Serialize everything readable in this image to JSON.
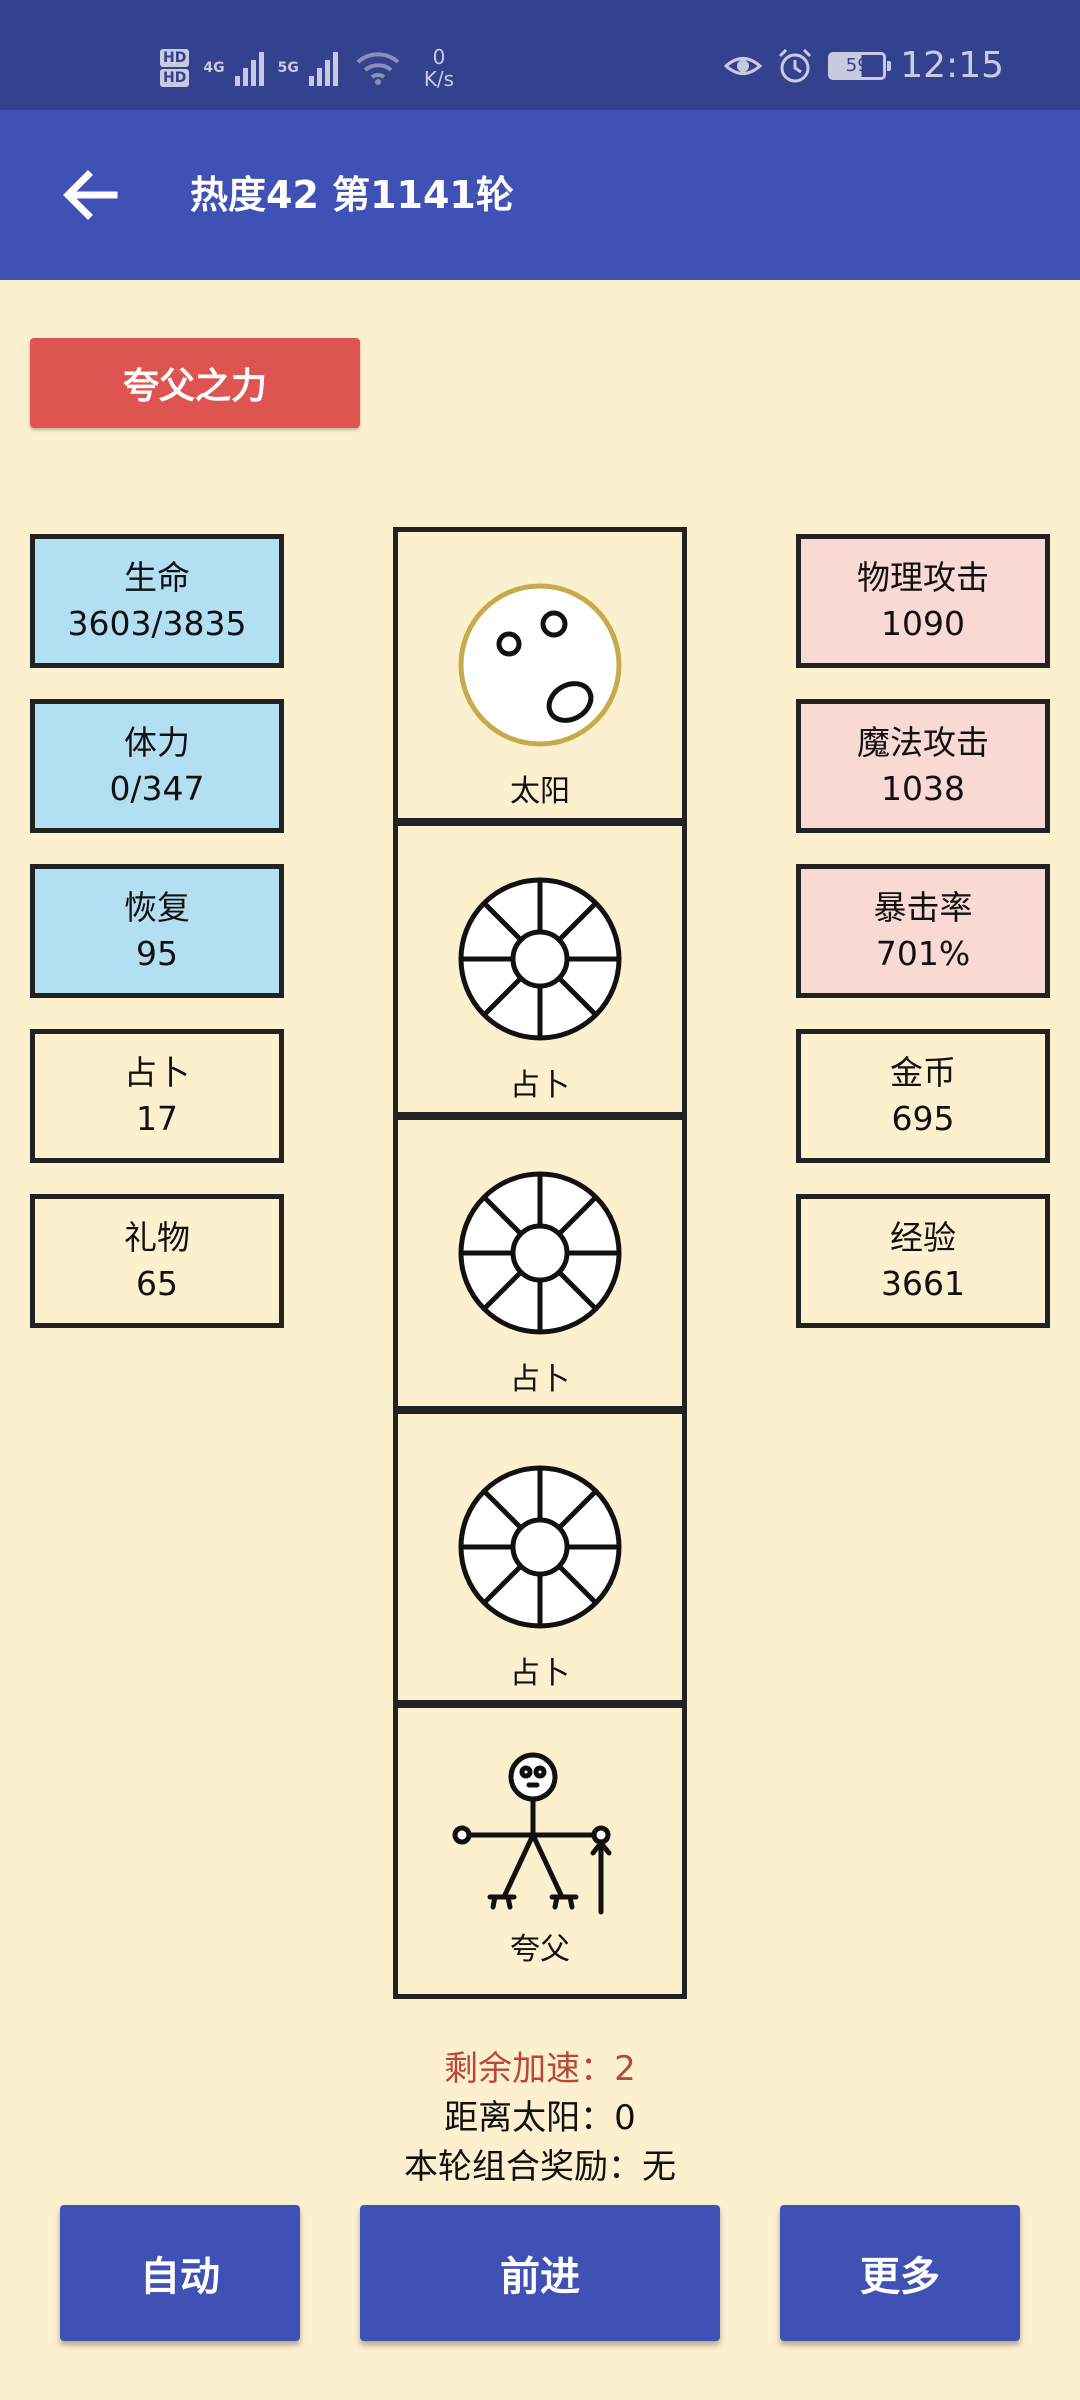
{
  "status_bar": {
    "hd1": "HD",
    "hd2": "HD",
    "net1": "4G",
    "net2": "5G",
    "speed_value": "0",
    "speed_unit": "K/s",
    "battery": "59",
    "time": "12:15",
    "icons": [
      "eye-icon",
      "alarm-icon",
      "battery-icon",
      "wifi-icon",
      "signal-icon"
    ]
  },
  "app_bar": {
    "title": "热度42 第1141轮",
    "back_icon": "arrow-left-icon"
  },
  "power_button": "夸父之力",
  "left_stats": [
    {
      "label": "生命",
      "value": "3603/3835",
      "color": "#b3dff3"
    },
    {
      "label": "体力",
      "value": "0/347",
      "color": "#b3dff3"
    },
    {
      "label": "恢复",
      "value": "95",
      "color": "#b3dff3"
    },
    {
      "label": "占卜",
      "value": "17"
    },
    {
      "label": "礼物",
      "value": "65"
    }
  ],
  "right_stats": [
    {
      "label": "物理攻击",
      "value": "1090",
      "color": "#f8d9d3"
    },
    {
      "label": "魔法攻击",
      "value": "1038",
      "color": "#f8d9d3"
    },
    {
      "label": "暴击率",
      "value": "701%",
      "color": "#f8d9d3"
    },
    {
      "label": "金币",
      "value": "695"
    },
    {
      "label": "经验",
      "value": "3661"
    }
  ],
  "column": [
    {
      "label": "太阳",
      "icon": "sun-icon"
    },
    {
      "label": "占卜",
      "icon": "wheel-icon"
    },
    {
      "label": "占卜",
      "icon": "wheel-icon"
    },
    {
      "label": "占卜",
      "icon": "wheel-icon"
    },
    {
      "label": "夸父",
      "icon": "stick-figure-icon"
    }
  ],
  "info": {
    "boost": "剩余加速：2",
    "distance": "距离太阳：0",
    "combo": "本轮组合奖励：无"
  },
  "buttons": {
    "auto": "自动",
    "forward": "前进",
    "more": "更多"
  },
  "colors": {
    "background": "#fdf0cf",
    "primary": "#3f51b5",
    "status_bar": "#33418e",
    "accent_red": "#dd5450",
    "boost_text": "#b8493a"
  }
}
